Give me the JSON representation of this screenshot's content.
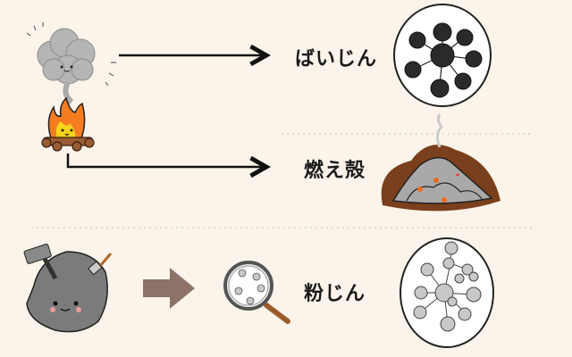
{
  "labels": {
    "soot": "ばいじん",
    "cinders": "燃え殻",
    "dust": "粉じん"
  },
  "colors": {
    "background": "#fcf4eb",
    "arrow": "#111111",
    "block_arrow": "#8b7368",
    "ground": "#7a3f1c",
    "ash": "#a9a9a9",
    "flame": "#f57c1f",
    "soot_particle": "#2a2a2a",
    "dust_particle": "#c8c8c8"
  }
}
